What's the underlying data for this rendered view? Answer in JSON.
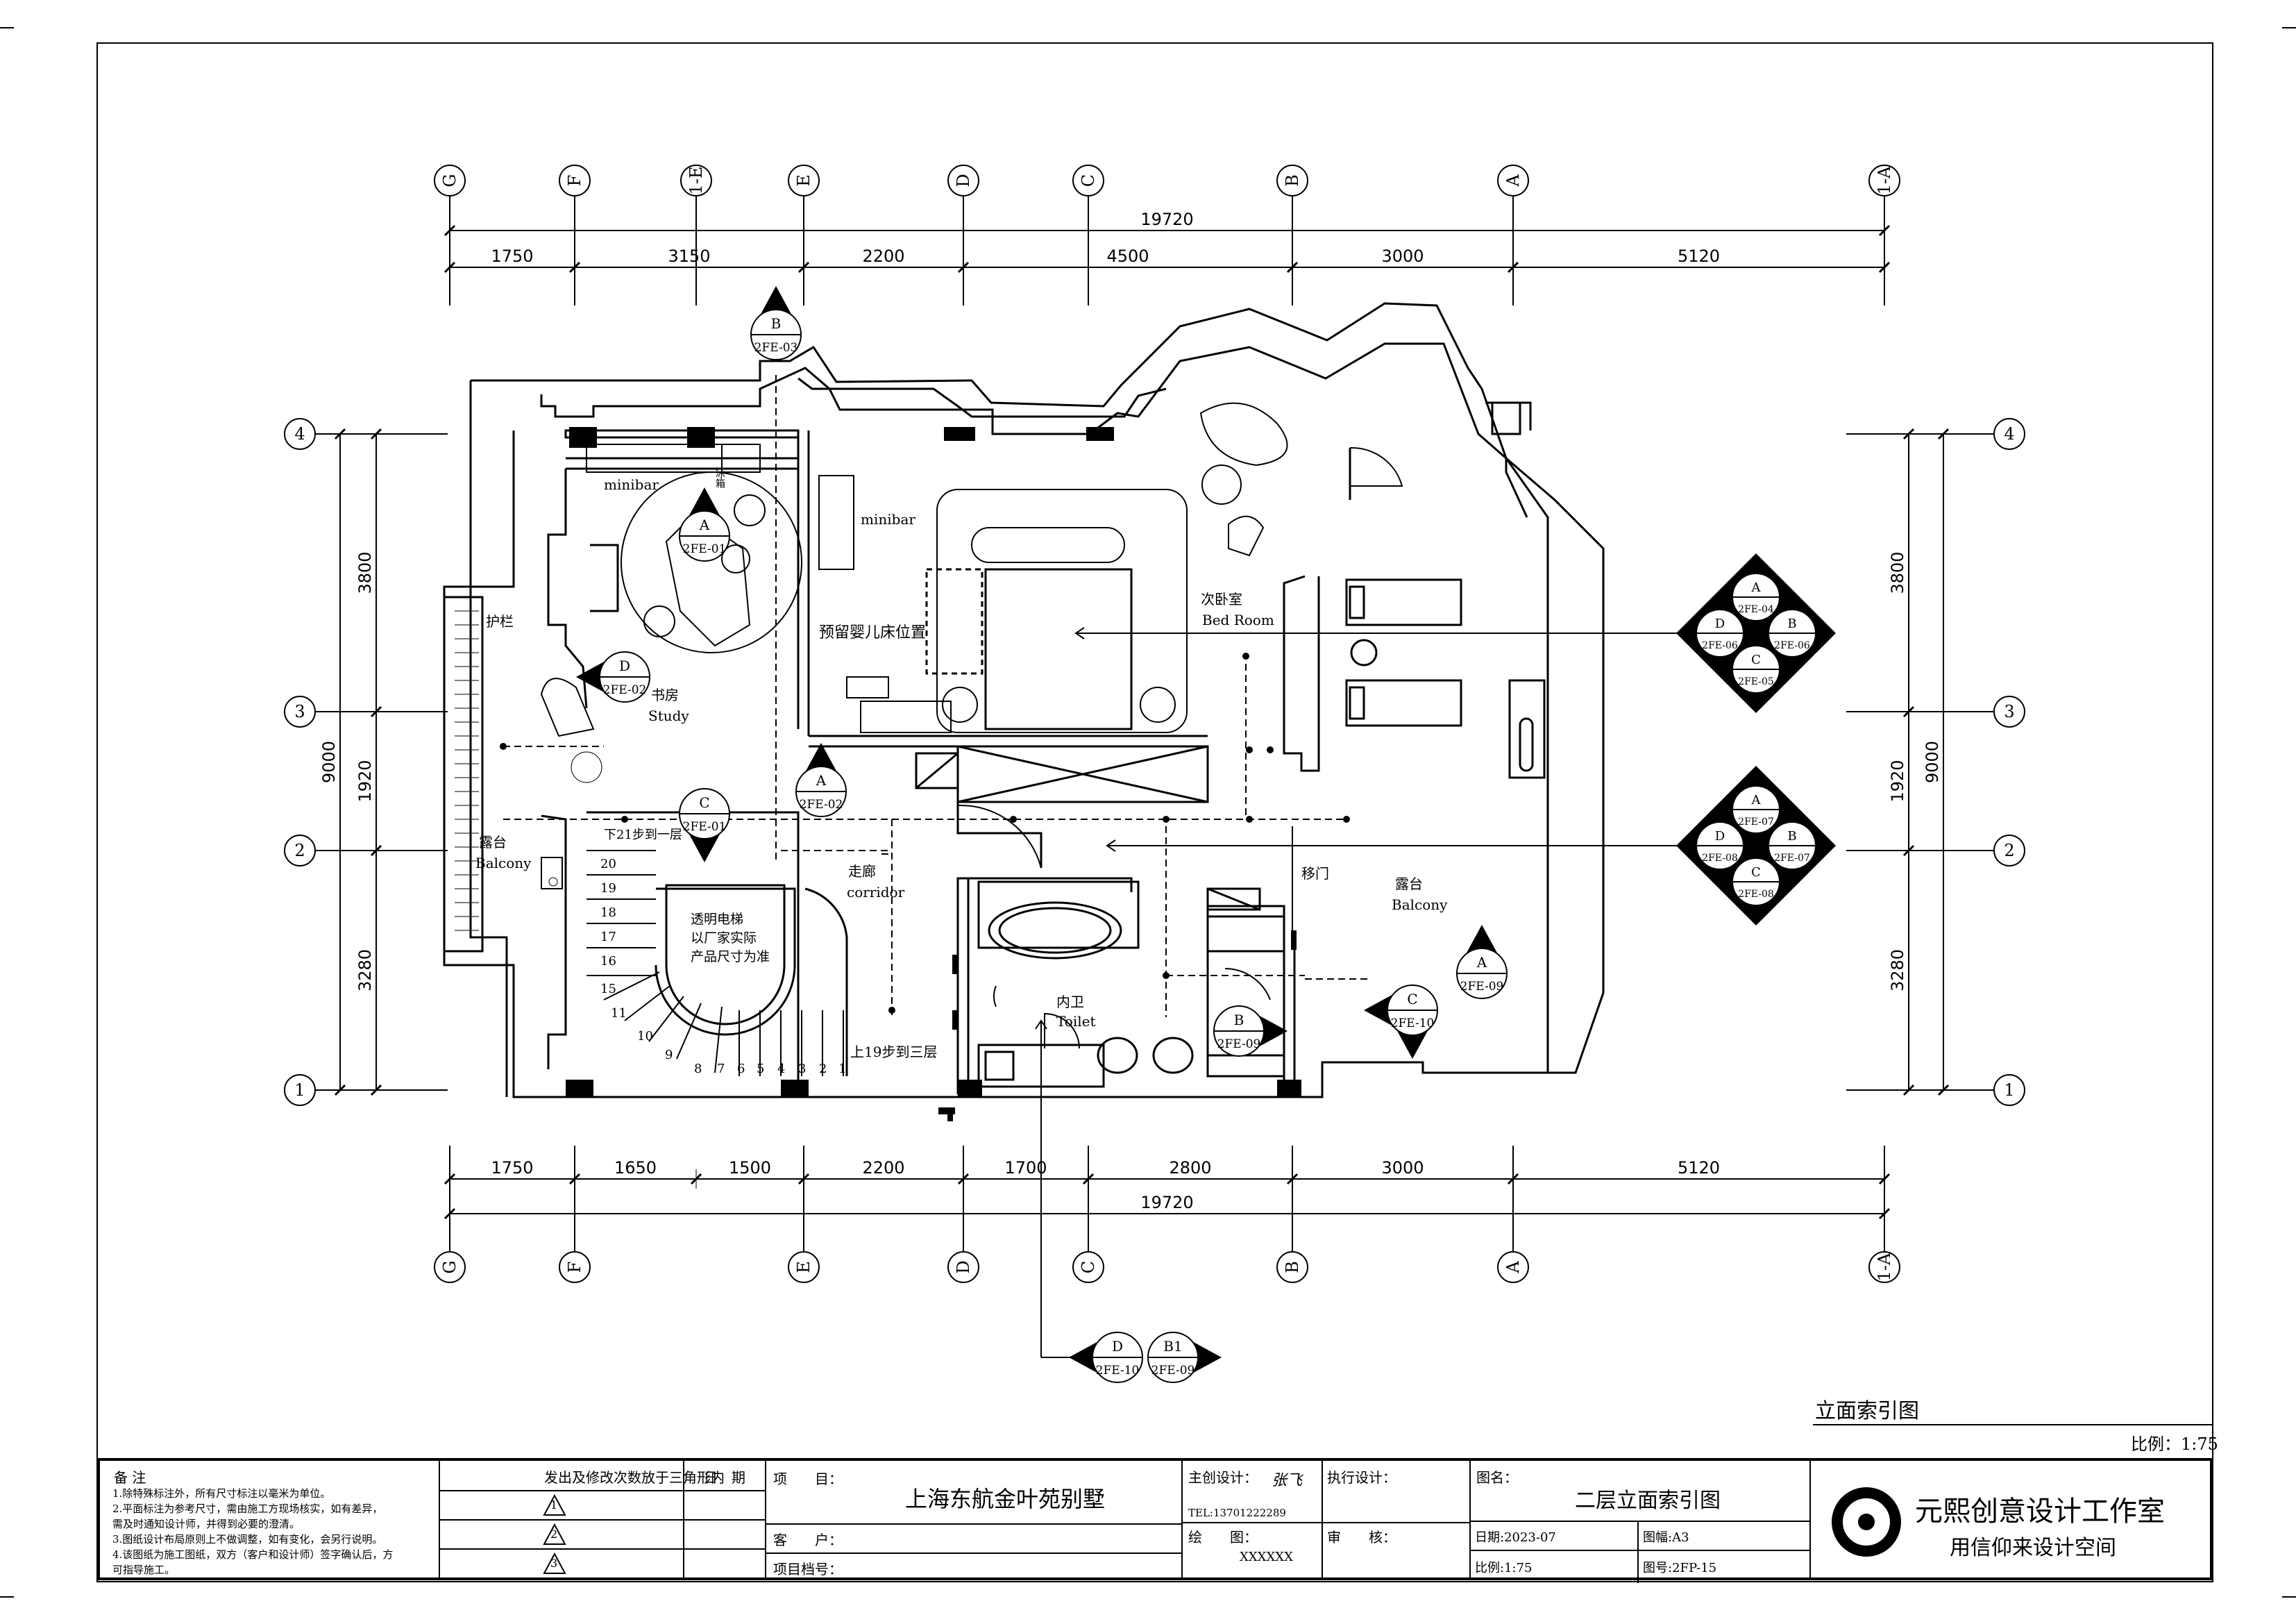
{
  "plan": {
    "axis_labels_top": [
      "G",
      "F",
      "1-E",
      "E",
      "D",
      "C",
      "B",
      "A",
      "1-A"
    ],
    "axis_labels_bottom": [
      "G",
      "F",
      "E",
      "D",
      "C",
      "B",
      "A",
      "1-A"
    ],
    "axis_labels_left": [
      "4",
      "3",
      "2",
      "1"
    ],
    "axis_labels_right": [
      "4",
      "3",
      "2",
      "1"
    ],
    "dims_top_total": "19720",
    "dims_top": [
      "1750",
      "3150",
      "2200",
      "4500",
      "3000",
      "5120"
    ],
    "dims_bottom": [
      "1750",
      "1650",
      "1500",
      "2200",
      "1700",
      "2800",
      "3000",
      "5120"
    ],
    "dims_bottom_total": "19720",
    "dims_left_total": "9000",
    "dims_left": [
      "3800",
      "1920",
      "3280"
    ],
    "dims_right_total": "9000",
    "dims_right": [
      "3800",
      "1920",
      "3280"
    ],
    "rooms": {
      "minibar1": "minibar",
      "minibar2": "minibar",
      "guardrail": "护栏",
      "study_cn": "书房",
      "study_en": "Study",
      "crib_label": "预留婴儿床位置",
      "bedroom_cn": "次卧室",
      "bedroom_en": "Bed Room",
      "balcony_left_cn": "露台",
      "balcony_left_en": "Balcony",
      "balcony_right_cn": "露台",
      "balcony_right_en": "Balcony",
      "corridor_cn": "走廊",
      "corridor_en": "corridor",
      "toilet_cn": "内卫",
      "toilet_en": "Toilet",
      "sliding_door": "移门",
      "stairs_down": "下21步到一层",
      "stairs_up": "上19步到三层",
      "elevator_1": "透明电梯",
      "elevator_2": "以厂家实际",
      "elevator_3": "产品尺寸为准",
      "fridge_label": "冰箱"
    },
    "stair_numbers": [
      "20",
      "19",
      "18",
      "17",
      "16",
      "15",
      "11",
      "10",
      "9",
      "8",
      "7",
      "6",
      "5",
      "4",
      "3",
      "2",
      "1"
    ],
    "markers": {
      "b_top": {
        "letter": "B",
        "code": "2FE-03"
      },
      "a_study": {
        "letter": "A",
        "code": "2FE-01"
      },
      "d_study": {
        "letter": "D",
        "code": "2FE-02"
      },
      "c_study": {
        "letter": "C",
        "code": "2FE-01"
      },
      "a_bed": {
        "letter": "A",
        "code": "2FE-02"
      },
      "diamond1": {
        "a": "A",
        "a_code": "2FE-04",
        "b": "B",
        "b_code": "2FE-06",
        "c": "C",
        "c_code": "2FE-05",
        "d": "D",
        "d_code": "2FE-06"
      },
      "diamond2": {
        "a": "A",
        "a_code": "2FE-07",
        "b": "B",
        "b_code": "2FE-07",
        "c": "C",
        "c_code": "2FE-08",
        "d": "D",
        "d_code": "2FE-08"
      },
      "a_toilet": {
        "letter": "A",
        "code": "2FE-09"
      },
      "c_toilet": {
        "letter": "C",
        "code": "2FE-10"
      },
      "b_toilet": {
        "letter": "B",
        "code": "2FE-09"
      },
      "d_bottom": {
        "letter": "D",
        "code": "2FE-10"
      },
      "b1_bottom": {
        "letter": "B1",
        "code": "2FE-09"
      }
    },
    "sheet_title": "立面索引图",
    "scale_label": "比例：1:75"
  },
  "title_block": {
    "notes_title": "备 注",
    "notes": [
      "1.除特殊标注外，所有尺寸标注以毫米为单位。",
      "2.平面标注为参考尺寸，需由施工方现场核实，如有差异，",
      "需及时通知设计师，并得到必要的澄清。",
      "3.图纸设计布局原则上不做调整，如有变化，会另行说明。",
      "4.该图纸为施工图纸，双方（客户和设计师）签字确认后，方",
      "可指导施工。"
    ],
    "revision_header": "发出及修改次数放于三角形内",
    "date_header": "日　期",
    "revisions": [
      "1",
      "2",
      "3"
    ],
    "project_label": "项　　目：",
    "project_value": "上海东航金叶苑别墅",
    "client_label": "客　　户：",
    "file_label": "项目档号：",
    "lead_design_label": "主创设计：",
    "signature": "张飞",
    "tel": "TEL:13701222289",
    "exec_design_label": "执行设计：",
    "drawn_label": "绘　　图：",
    "drawn_value": "XXXXXX",
    "review_label": "审　　核：",
    "drawing_name_label": "图名：",
    "drawing_name_value": "二层立面索引图",
    "date_value": "日期:2023-07",
    "sheet_size": "图幅:A3",
    "scale_value": "比例:1:75",
    "drawing_no": "图号:2FP-15",
    "studio_name": "元熙创意设计工作室",
    "studio_slogan": "用信仰来设计空间"
  }
}
